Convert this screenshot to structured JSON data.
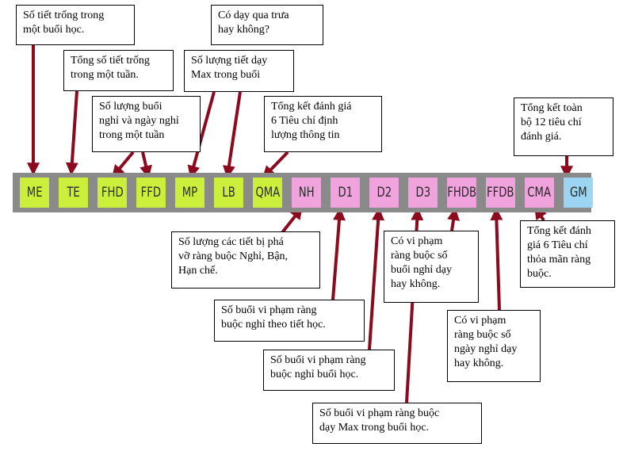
{
  "strip": {
    "codes": [
      {
        "label": "ME",
        "group": "green"
      },
      {
        "label": "TE",
        "group": "green"
      },
      {
        "label": "FHD",
        "group": "green"
      },
      {
        "label": "FFD",
        "group": "green"
      },
      {
        "label": "MP",
        "group": "green"
      },
      {
        "label": "LB",
        "group": "green"
      },
      {
        "label": "QMA",
        "group": "green"
      },
      {
        "label": "NH",
        "group": "pink"
      },
      {
        "label": "D1",
        "group": "pink"
      },
      {
        "label": "D2",
        "group": "pink"
      },
      {
        "label": "D3",
        "group": "pink"
      },
      {
        "label": "FHDB",
        "group": "pink"
      },
      {
        "label": "FFDB",
        "group": "pink"
      },
      {
        "label": "CMA",
        "group": "pink"
      },
      {
        "label": "GM",
        "group": "blue"
      }
    ]
  },
  "notes": {
    "me": [
      "Số tiết trống trong",
      "một buổi học."
    ],
    "te": [
      "Tổng số tiết trống",
      "trong một tuần."
    ],
    "fhd_ffd": [
      "Số lượng buổi",
      "nghỉ và ngày nghỉ",
      "trong một tuần"
    ],
    "lunch": [
      "Có dạy qua trưa",
      "hay không?"
    ],
    "mp": [
      "Số lượng tiết dạy",
      "Max trong buổi"
    ],
    "qma": [
      "Tổng kết đánh giá",
      "6 Tiêu chí định",
      "lượng thông tin"
    ],
    "gm": [
      "Tổng kết toàn",
      "bộ 12 tiêu chí",
      "đánh giá."
    ],
    "nh": [
      "Số lượng các tiết bị phá",
      "vỡ ràng buộc Nghỉ, Bận,",
      "Hạn chế."
    ],
    "d1": [
      "Số buổi vi phạm ràng",
      "buộc nghỉ theo tiết học."
    ],
    "d2": [
      "Số buổi vi phạm ràng",
      "buộc nghỉ buổi học."
    ],
    "d3": [
      "Số buổi vi phạm ràng buộc",
      "dạy Max trong buổi học."
    ],
    "fhdb": [
      "Có vi phạm",
      "ràng buộc số",
      "buổi nghỉ dạy",
      "hay không."
    ],
    "ffdb": [
      "Có vi phạm",
      "ràng buộc số",
      "ngày nghỉ dạy",
      "hay không."
    ],
    "cma": [
      "Tổng kết đánh",
      "giá 6 Tiêu  chí",
      "thỏa mãn ràng",
      "buộc."
    ]
  },
  "colors": {
    "arrow": "#8b0a1e",
    "green": "#ccef3b",
    "pink": "#f0a3dc",
    "blue": "#9bd5f2",
    "strip_border": "#8a8a8a"
  }
}
